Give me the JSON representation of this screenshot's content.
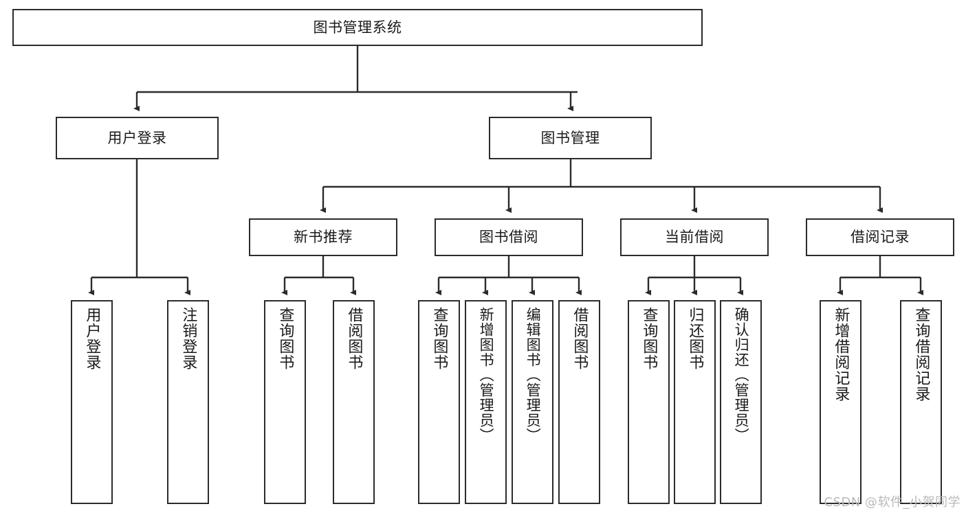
{
  "diagram": {
    "type": "hierarchy-tree",
    "title": "图书管理系统",
    "root": {
      "label": "图书管理系统"
    },
    "level2": [
      {
        "label": "用户登录"
      },
      {
        "label": "图书管理"
      }
    ],
    "level3": [
      {
        "label": "新书推荐"
      },
      {
        "label": "图书借阅"
      },
      {
        "label": "当前借阅"
      },
      {
        "label": "借阅记录"
      }
    ],
    "leaves": {
      "user_login": [
        {
          "label": "用户登录"
        },
        {
          "label": "注销登录"
        }
      ],
      "new_book_recommend": [
        {
          "label": "查询图书"
        },
        {
          "label": "借阅图书"
        }
      ],
      "book_borrow": [
        {
          "label": "查询图书"
        },
        {
          "label": "新增图书（管理员）"
        },
        {
          "label": "编辑图书（管理员）"
        },
        {
          "label": "借阅图书"
        }
      ],
      "current_borrow": [
        {
          "label": "查询图书"
        },
        {
          "label": "归还图书"
        },
        {
          "label": "确认归还（管理员）"
        }
      ],
      "borrow_record": [
        {
          "label": "新增借阅记录"
        },
        {
          "label": "查询借阅记录"
        }
      ]
    },
    "colors": {
      "stroke": "#2b2b2b",
      "box_fill": "#ffffff",
      "text": "#1a1a1a",
      "watermark": "#b9b9b9",
      "background": "#ffffff"
    }
  },
  "watermark": {
    "text": "CSDN @软件_小贺同学"
  }
}
